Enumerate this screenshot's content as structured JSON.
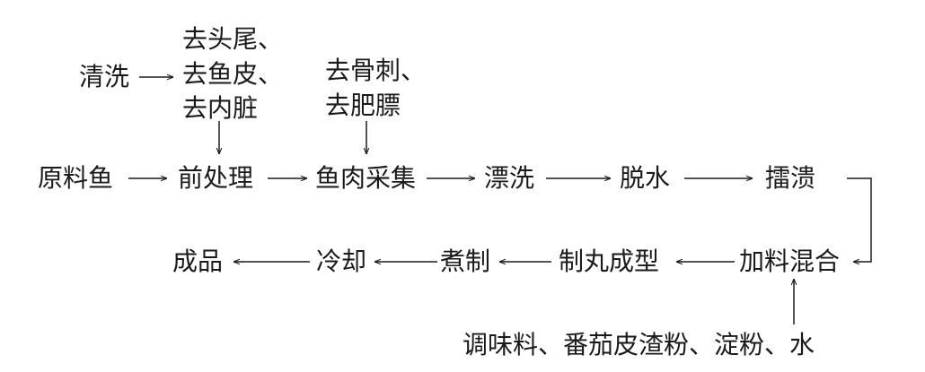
{
  "diagram": {
    "main_flow": {
      "raw_fish": "原料鱼",
      "pretreatment": "前处理",
      "meat_collection": "鱼肉采集",
      "rinsing": "漂洗",
      "dewatering": "脱水",
      "grinding": "擂溃"
    },
    "return_flow": {
      "ingredient_mixing": "加料混合",
      "ball_forming": "制丸成型",
      "cooking": "煮制",
      "cooling": "冷却",
      "finished_product": "成品"
    },
    "side_inputs": {
      "washing": "清洗",
      "pretreatment_steps": [
        "去头尾、",
        "去鱼皮、",
        "去内脏"
      ],
      "meat_steps": [
        "去骨刺、",
        "去肥膘"
      ],
      "additives": "调味料、番茄皮渣粉、淀粉、水"
    }
  }
}
